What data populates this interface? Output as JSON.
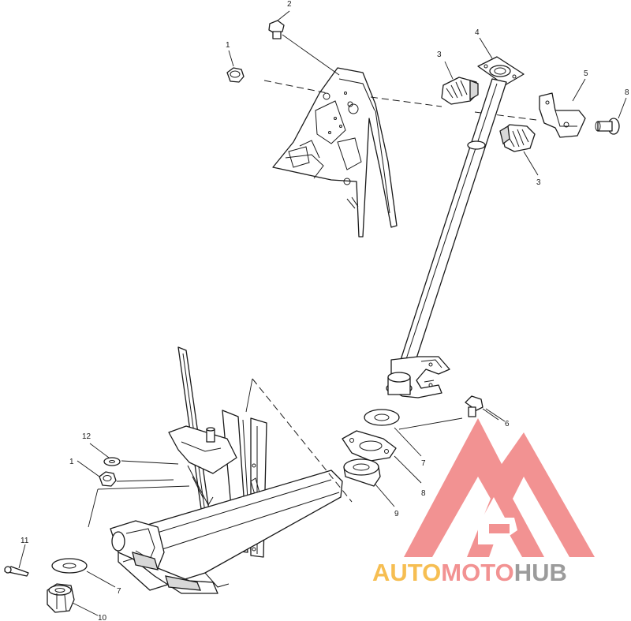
{
  "callouts": {
    "c1a": "1",
    "c2": "2",
    "c3a": "3",
    "c4": "4",
    "c5": "5",
    "c8a": "8",
    "c3b": "3",
    "c6": "6",
    "c7a": "7",
    "c8b": "8",
    "c9": "9",
    "c12": "12",
    "c1b": "1",
    "c11": "11",
    "c7b": "7",
    "c10": "10"
  },
  "watermark": {
    "part1": "AUTO",
    "part2": "MOTO",
    "part3": "HUB",
    "colors": {
      "orange": "#f5b335",
      "red": "#f08080",
      "grey": "#8a8a8a"
    }
  }
}
